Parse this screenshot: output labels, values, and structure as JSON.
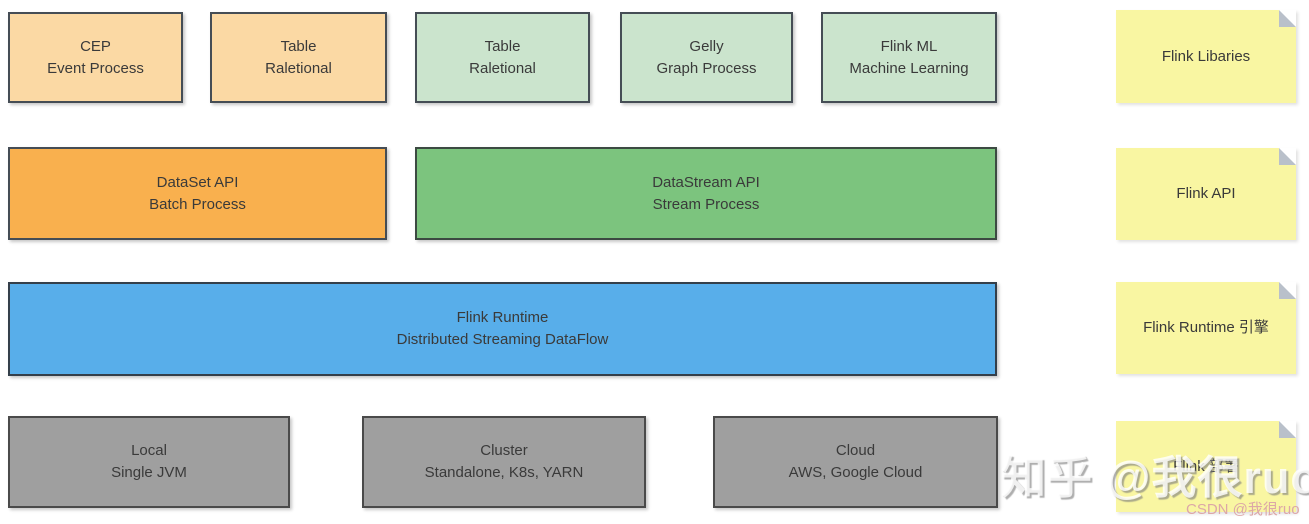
{
  "palette": {
    "light_orange": "#fbd9a4",
    "light_green": "#cbe4cd",
    "orange": "#f9b04e",
    "green": "#7cc47e",
    "blue": "#58aeea",
    "gray": "#9f9f9f",
    "note_yellow": "#f9f6a2",
    "note_fold_gray": "#b9c0ca",
    "box_border": "#454d55",
    "text": "#3a3a3a",
    "csdn_watermark_color": "#dca7a7"
  },
  "layers": {
    "libraries": {
      "boxes": [
        {
          "title": "CEP",
          "subtitle": "Event Process"
        },
        {
          "title": "Table",
          "subtitle": "Raletional"
        },
        {
          "title": "Table",
          "subtitle": "Raletional"
        },
        {
          "title": "Gelly",
          "subtitle": "Graph Process"
        },
        {
          "title": "Flink ML",
          "subtitle": "Machine Learning"
        }
      ],
      "note": "Flink Libaries"
    },
    "api": {
      "boxes": [
        {
          "title": "DataSet API",
          "subtitle": "Batch Process"
        },
        {
          "title": "DataStream API",
          "subtitle": "Stream Process"
        }
      ],
      "note": "Flink API"
    },
    "runtime": {
      "boxes": [
        {
          "title": "Flink Runtime",
          "subtitle": "Distributed Streaming DataFlow"
        }
      ],
      "note": "Flink Runtime 引擎"
    },
    "deploy": {
      "boxes": [
        {
          "title": "Local",
          "subtitle": "Single JVM"
        },
        {
          "title": "Cluster",
          "subtitle": "Standalone, K8s, YARN"
        },
        {
          "title": "Cloud",
          "subtitle": "AWS, Google Cloud"
        }
      ],
      "note": "Flink 部署"
    }
  },
  "watermarks": {
    "zhihu": "知乎 @我很ruo",
    "csdn": "CSDN @我很ruo"
  }
}
